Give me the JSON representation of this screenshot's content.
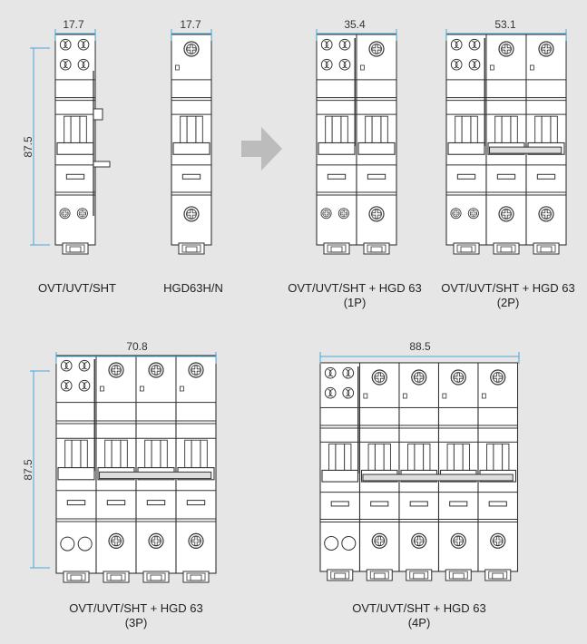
{
  "colors": {
    "background": "#e6e6e6",
    "outline": "#333333",
    "dimension": "#4aa6d6",
    "arrow": "#bcbcbc"
  },
  "dimensions": {
    "w_ovt": "17.7",
    "w_hgd": "17.7",
    "w_1p": "35.4",
    "w_2p": "53.1",
    "w_3p": "70.8",
    "w_4p": "88.5",
    "h_top": "87.5",
    "h_bottom": "87.5"
  },
  "labels": {
    "ovt": "OVT/UVT/SHT",
    "hgd": "HGD63H/N",
    "combo_1p": "OVT/UVT/SHT + HGD 63",
    "combo_1p_sub": "(1P)",
    "combo_2p": "OVT/UVT/SHT + HGD 63",
    "combo_2p_sub": "(2P)",
    "combo_3p": "OVT/UVT/SHT + HGD 63",
    "combo_3p_sub": "(3P)",
    "combo_4p": "OVT/UVT/SHT + HGD 63",
    "combo_4p_sub": "(4P)"
  },
  "icons": [
    "arrow-right-icon"
  ]
}
